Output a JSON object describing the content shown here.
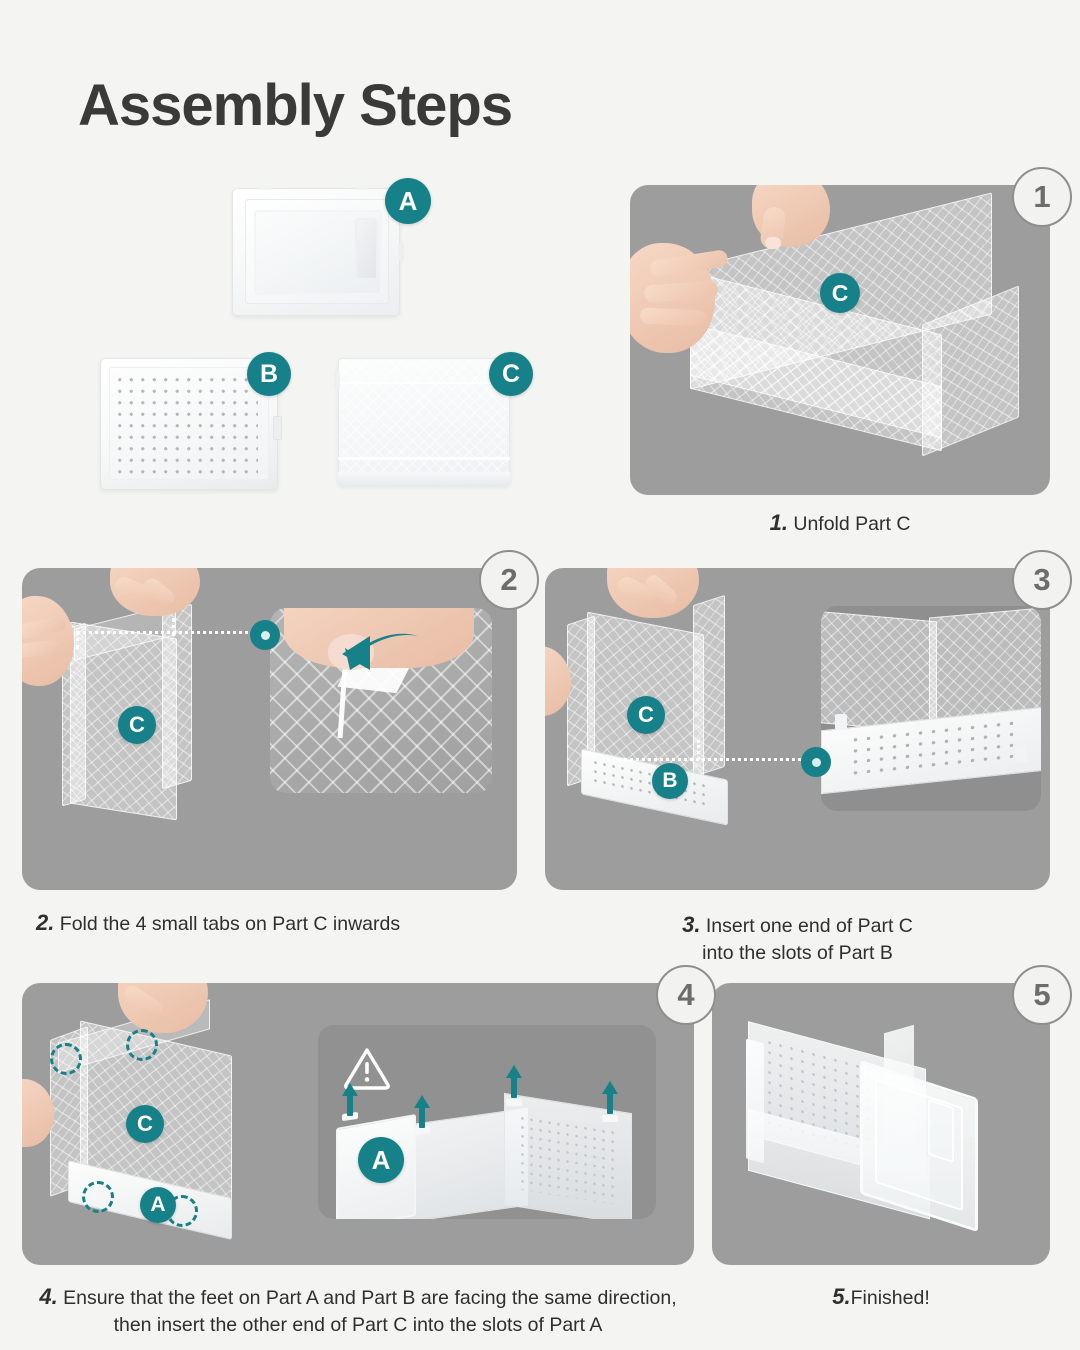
{
  "page": {
    "title": "Assembly Steps",
    "background_color": "#f4f4f2",
    "accent_color": "#17818a",
    "panel_color": "#9d9d9d",
    "text_color": "#2f2f2f"
  },
  "parts": [
    {
      "id": "A",
      "label": "A",
      "name": "door-panel-with-handle"
    },
    {
      "id": "B",
      "label": "B",
      "name": "perforated-base-tray"
    },
    {
      "id": "C",
      "label": "C",
      "name": "folded-translucent-wrap"
    }
  ],
  "steps": [
    {
      "number": "1",
      "caption_number": "1.",
      "caption_text": "Unfold Part C",
      "caption_lines": [
        "Unfold Part C"
      ],
      "badges": [
        "C"
      ]
    },
    {
      "number": "2",
      "caption_number": "2.",
      "caption_text": "Fold the 4 small tabs on Part C inwards",
      "caption_lines": [
        "Fold the 4 small tabs on Part C inwards"
      ],
      "badges": [
        "C"
      ]
    },
    {
      "number": "3",
      "caption_number": "3.",
      "caption_text": "Insert one end of Part C into the slots of Part B",
      "caption_lines": [
        "Insert one end of Part C",
        "into the slots of Part B"
      ],
      "badges": [
        "C",
        "B"
      ]
    },
    {
      "number": "4",
      "caption_number": "4.",
      "caption_text": "Ensure that the feet on Part A and Part B are facing the same direction, then insert the other end of Part C into the slots of Part A",
      "caption_lines": [
        "Ensure that the feet on Part A and Part B are facing the same direction,",
        "then insert the other end of Part C into the slots of Part A"
      ],
      "badges": [
        "C",
        "A",
        "A"
      ],
      "warning_icon": "warning-triangle-icon"
    },
    {
      "number": "5",
      "caption_number": "5.",
      "caption_text": "Finished!",
      "caption_lines": [
        "Finished!"
      ],
      "badges": []
    }
  ]
}
